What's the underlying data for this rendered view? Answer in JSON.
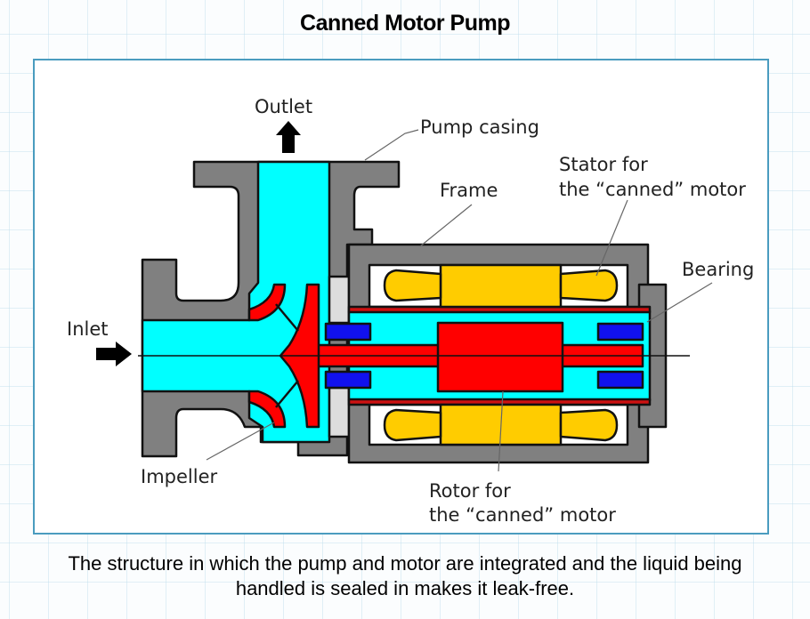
{
  "title": "Canned Motor Pump",
  "diagram": {
    "labels": {
      "outlet": "Outlet",
      "inlet": "Inlet",
      "pump_casing": "Pump casing",
      "frame": "Frame",
      "stator_line1": "Stator for",
      "stator_line2": "the “canned” motor",
      "bearing": "Bearing",
      "impeller": "Impeller",
      "rotor_line1": "Rotor for",
      "rotor_line2": "the “canned” motor"
    },
    "colors": {
      "casing": "#808080",
      "liquid": "#00ffff",
      "impeller_rotor": "#ff0000",
      "can": "#cc1111",
      "stator": "#ffcc00",
      "bearing": "#1111ee",
      "seal": "#dddddd",
      "frame_border": "#4a9cbf"
    }
  },
  "caption": {
    "line1": "The structure in which the pump and motor are integrated and the liquid being",
    "line2": "handled is sealed in makes it leak-free."
  }
}
